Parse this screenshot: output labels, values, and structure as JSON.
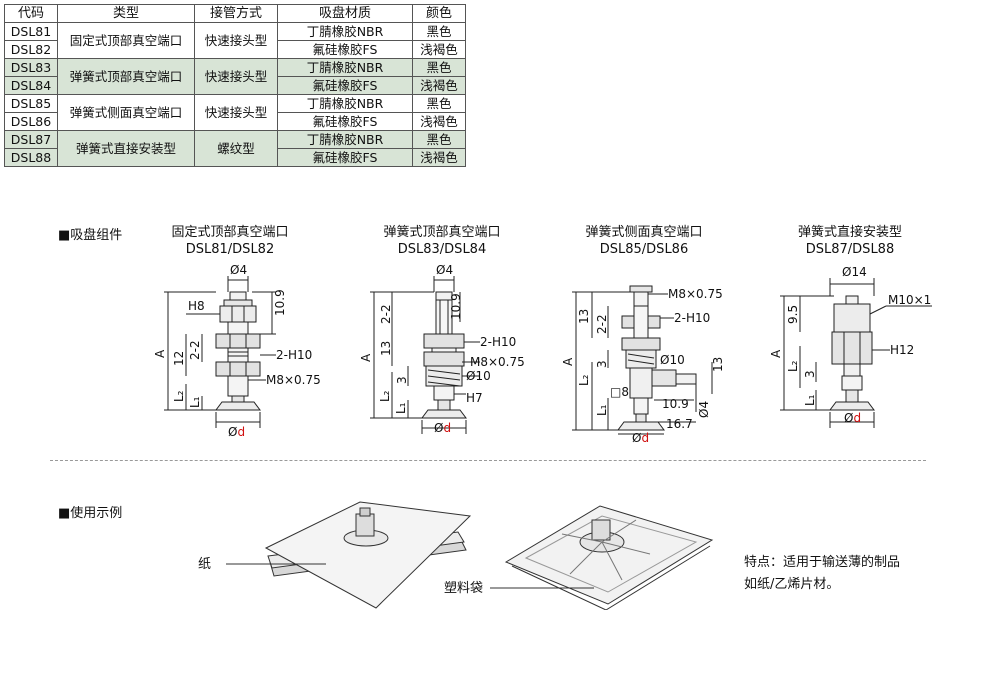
{
  "table": {
    "headers": [
      "代码",
      "类型",
      "接管方式",
      "吸盘材质",
      "颜色"
    ],
    "groups": [
      {
        "codes": [
          "DSL81",
          "DSL82"
        ],
        "type": "固定式顶部真空端口",
        "conn": "快速接头型",
        "materials": [
          "丁腈橡胶NBR",
          "氟硅橡胶FS"
        ],
        "colors": [
          "黑色",
          "浅褐色"
        ],
        "shaded": false
      },
      {
        "codes": [
          "DSL83",
          "DSL84"
        ],
        "type": "弹簧式顶部真空端口",
        "conn": "快速接头型",
        "materials": [
          "丁腈橡胶NBR",
          "氟硅橡胶FS"
        ],
        "colors": [
          "黑色",
          "浅褐色"
        ],
        "shaded": true
      },
      {
        "codes": [
          "DSL85",
          "DSL86"
        ],
        "type": "弹簧式侧面真空端口",
        "conn": "快速接头型",
        "materials": [
          "丁腈橡胶NBR",
          "氟硅橡胶FS"
        ],
        "colors": [
          "黑色",
          "浅褐色"
        ],
        "shaded": false
      },
      {
        "codes": [
          "DSL87",
          "DSL88"
        ],
        "type": "弹簧式直接安装型",
        "conn": "螺纹型",
        "materials": [
          "丁腈橡胶NBR",
          "氟硅橡胶FS"
        ],
        "colors": [
          "黑色",
          "浅褐色"
        ],
        "shaded": true
      }
    ]
  },
  "assembly_heading": "■吸盘组件",
  "diagrams": [
    {
      "title": "固定式顶部真空端口",
      "codes": "DSL81/DSL82",
      "labels": {
        "dia_top": "Ø4",
        "h8": "H8",
        "d109": "10.9",
        "a": "A",
        "d12": "12",
        "d22": "2-2",
        "h10": "2-H10",
        "m8": "M8×0.75",
        "l2": "L₂",
        "l1": "L₁",
        "dd_o": "Ø",
        "dd_d": "d"
      }
    },
    {
      "title": "弹簧式顶部真空端口",
      "codes": "DSL83/DSL84",
      "labels": {
        "dia_top": "Ø4",
        "d22": "2-2",
        "d109": "10.9",
        "a": "A",
        "d13": "13",
        "h10": "2-H10",
        "m8": "M8×0.75",
        "d10": "Ø10",
        "d3": "3",
        "h7": "H7",
        "l2": "L₂",
        "l1": "L₁",
        "dd_o": "Ø",
        "dd_d": "d"
      }
    },
    {
      "title": "弹簧式侧面真空端口",
      "codes": "DSL85/DSL86",
      "labels": {
        "m8": "M8×0.75",
        "h10": "2-H10",
        "d13": "13",
        "d22": "2-2",
        "a": "A",
        "d3": "3",
        "d10": "Ø10",
        "d13b": "13",
        "sq8": "□8",
        "d109": "10.9",
        "d4": "Ø4",
        "d167": "16.7",
        "l2": "L₂",
        "l1": "L₁",
        "dd_o": "Ø",
        "dd_d": "d"
      }
    },
    {
      "title": "弹簧式直接安装型",
      "codes": "DSL87/DSL88",
      "labels": {
        "dia_top": "Ø14",
        "m10": "M10×1",
        "d95": "9.5",
        "h12": "H12",
        "a": "A",
        "d3": "3",
        "l2": "L₂",
        "l1": "L₁",
        "dd_o": "Ø",
        "dd_d": "d"
      }
    }
  ],
  "usage_heading": "■使用示例",
  "usage": {
    "paper_label": "纸",
    "bag_label": "塑料袋"
  },
  "feature_note": {
    "line1": "特点：适用于输送薄的制品",
    "line2": "如纸/乙烯片材。"
  },
  "colors": {
    "shade": "#d8e4d6",
    "dim_red": "#d01010",
    "line": "#222222"
  }
}
